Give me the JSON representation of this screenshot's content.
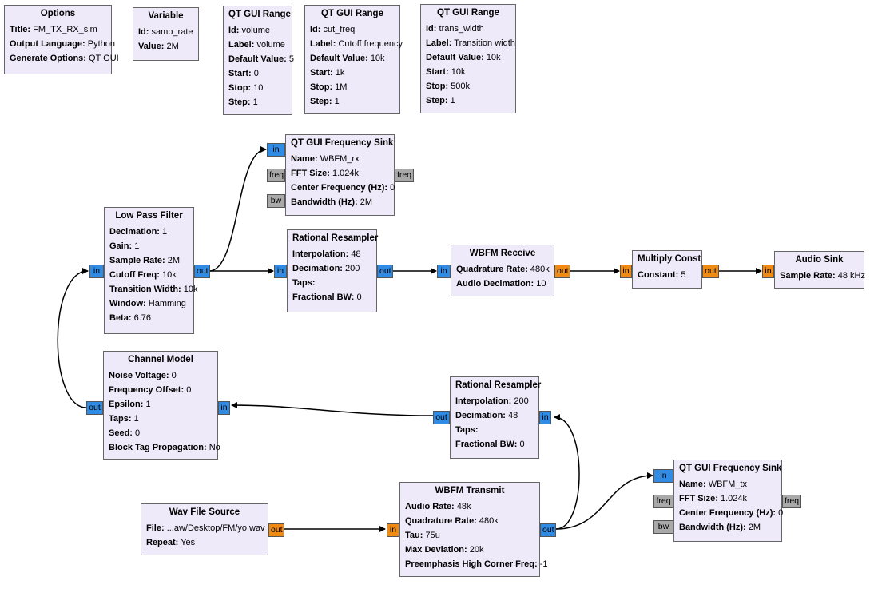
{
  "colors": {
    "complex_port": "#2f8be3",
    "float_port": "#f08a12",
    "message_port": "#a9a9a9",
    "block_bg": "#eeeafa"
  },
  "ports": {
    "in": "in",
    "out": "out",
    "freq": "freq",
    "bw": "bw"
  },
  "options": {
    "title": "Options",
    "p": [
      {
        "k": "Title:",
        "v": "FM_TX_RX_sim"
      },
      {
        "k": "Output Language:",
        "v": "Python"
      },
      {
        "k": "Generate Options:",
        "v": "QT GUI"
      }
    ]
  },
  "variable": {
    "title": "Variable",
    "p": [
      {
        "k": "Id:",
        "v": "samp_rate"
      },
      {
        "k": "Value:",
        "v": "2M"
      }
    ]
  },
  "range_volume": {
    "title": "QT GUI Range",
    "p": [
      {
        "k": "Id:",
        "v": "volume"
      },
      {
        "k": "Label:",
        "v": "volume"
      },
      {
        "k": "Default Value:",
        "v": "5"
      },
      {
        "k": "Start:",
        "v": "0"
      },
      {
        "k": "Stop:",
        "v": "10"
      },
      {
        "k": "Step:",
        "v": "1"
      }
    ]
  },
  "range_cutfreq": {
    "title": "QT GUI Range",
    "p": [
      {
        "k": "Id:",
        "v": "cut_freq"
      },
      {
        "k": "Label:",
        "v": "Cutoff frequency"
      },
      {
        "k": "Default Value:",
        "v": "10k"
      },
      {
        "k": "Start:",
        "v": "1k"
      },
      {
        "k": "Stop:",
        "v": "1M"
      },
      {
        "k": "Step:",
        "v": "1"
      }
    ]
  },
  "range_transwidth": {
    "title": "QT GUI Range",
    "p": [
      {
        "k": "Id:",
        "v": "trans_width"
      },
      {
        "k": "Label:",
        "v": "Transition width"
      },
      {
        "k": "Default Value:",
        "v": "10k"
      },
      {
        "k": "Start:",
        "v": "10k"
      },
      {
        "k": "Stop:",
        "v": "500k"
      },
      {
        "k": "Step:",
        "v": "1"
      }
    ]
  },
  "freq_sink_rx": {
    "title": "QT GUI Frequency Sink",
    "p": [
      {
        "k": "Name:",
        "v": "WBFM_rx"
      },
      {
        "k": "FFT Size:",
        "v": "1.024k"
      },
      {
        "k": "Center Frequency (Hz):",
        "v": "0"
      },
      {
        "k": "Bandwidth (Hz):",
        "v": "2M"
      }
    ]
  },
  "lpf": {
    "title": "Low Pass Filter",
    "p": [
      {
        "k": "Decimation:",
        "v": "1"
      },
      {
        "k": "Gain:",
        "v": "1"
      },
      {
        "k": "Sample Rate:",
        "v": "2M"
      },
      {
        "k": "Cutoff Freq:",
        "v": "10k"
      },
      {
        "k": "Transition Width:",
        "v": "10k"
      },
      {
        "k": "Window:",
        "v": "Hamming"
      },
      {
        "k": "Beta:",
        "v": "6.76"
      }
    ]
  },
  "resampler_rx": {
    "title": "Rational Resampler",
    "p": [
      {
        "k": "Interpolation:",
        "v": "48"
      },
      {
        "k": "Decimation:",
        "v": "200"
      },
      {
        "k": "Taps:",
        "v": ""
      },
      {
        "k": "Fractional BW:",
        "v": "0"
      }
    ]
  },
  "wbfm_rx": {
    "title": "WBFM Receive",
    "p": [
      {
        "k": "Quadrature Rate:",
        "v": "480k"
      },
      {
        "k": "Audio Decimation:",
        "v": "10"
      }
    ]
  },
  "mult_const": {
    "title": "Multiply Const",
    "p": [
      {
        "k": "Constant:",
        "v": "5"
      }
    ]
  },
  "audio_sink": {
    "title": "Audio Sink",
    "p": [
      {
        "k": "Sample Rate:",
        "v": "48 kHz"
      }
    ]
  },
  "channel_model": {
    "title": "Channel Model",
    "p": [
      {
        "k": "Noise Voltage:",
        "v": "0"
      },
      {
        "k": "Frequency Offset:",
        "v": "0"
      },
      {
        "k": "Epsilon:",
        "v": "1"
      },
      {
        "k": "Taps:",
        "v": "1"
      },
      {
        "k": "Seed:",
        "v": "0"
      },
      {
        "k": "Block Tag Propagation:",
        "v": "No"
      }
    ]
  },
  "resampler_tx": {
    "title": "Rational Resampler",
    "p": [
      {
        "k": "Interpolation:",
        "v": "200"
      },
      {
        "k": "Decimation:",
        "v": "48"
      },
      {
        "k": "Taps:",
        "v": ""
      },
      {
        "k": "Fractional BW:",
        "v": "0"
      }
    ]
  },
  "freq_sink_tx": {
    "title": "QT GUI Frequency Sink",
    "p": [
      {
        "k": "Name:",
        "v": "WBFM_tx"
      },
      {
        "k": "FFT Size:",
        "v": "1.024k"
      },
      {
        "k": "Center Frequency (Hz):",
        "v": "0"
      },
      {
        "k": "Bandwidth (Hz):",
        "v": "2M"
      }
    ]
  },
  "wav_source": {
    "title": "Wav File Source",
    "p": [
      {
        "k": "File:",
        "v": "...aw/Desktop/FM/yo.wav"
      },
      {
        "k": "Repeat:",
        "v": "Yes"
      }
    ]
  },
  "wbfm_tx": {
    "title": "WBFM Transmit",
    "p": [
      {
        "k": "Audio Rate:",
        "v": "48k"
      },
      {
        "k": "Quadrature Rate:",
        "v": "480k"
      },
      {
        "k": "Tau:",
        "v": "75u"
      },
      {
        "k": "Max Deviation:",
        "v": "20k"
      },
      {
        "k": "Preemphasis High Corner Freq:",
        "v": "-1"
      }
    ]
  }
}
